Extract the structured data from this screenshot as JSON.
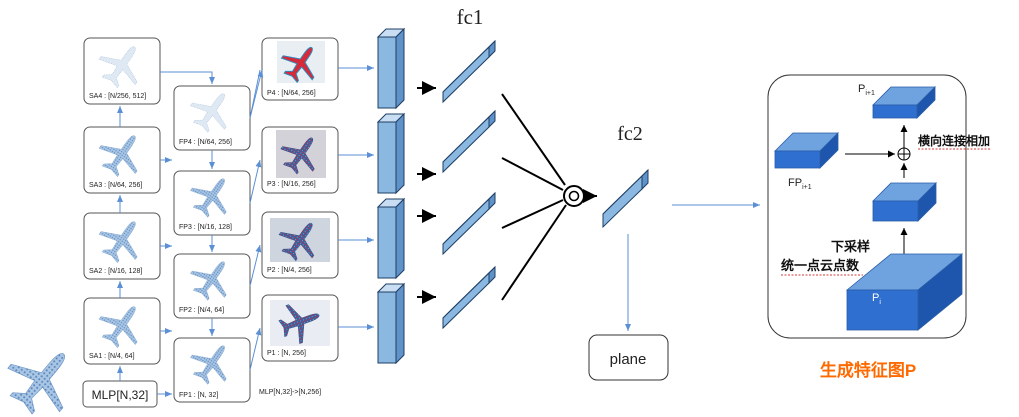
{
  "left_network": {
    "mlp_input": "MLP[N,32]",
    "sa_labels": [
      "SA1 : [N/4, 64]",
      "SA2 : [N/16, 128]",
      "SA3 : [N/64, 256]",
      "SA4 : [N/256, 512]"
    ],
    "fp_labels": [
      "FP1 : [N, 32]",
      "FP2 : [N/4, 64]",
      "FP3 : [N/16, 128]",
      "FP4 : [N/64, 256]"
    ],
    "p_labels": [
      "P1 : [N, 256]",
      "P2 : [N/4, 256]",
      "P3 : [N/16, 256]",
      "P4 : [N/64, 256]"
    ],
    "mlp_transform": "MLP[N,32]->[N,256]"
  },
  "head": {
    "fc1_label": "fc1",
    "fc2_label": "fc2",
    "output_label": "plane"
  },
  "feature_panel": {
    "p_next_label": "P",
    "p_next_sub": "i+1",
    "fp_next_label": "FP",
    "fp_next_sub": "i+1",
    "p_i_label": "P",
    "p_i_sub": "i",
    "lateral_label": "横向连接相加",
    "downsample_label": "下采样",
    "unify_label": "统一点云点数",
    "plus_symbol": "⊕",
    "title": "生成特征图P",
    "title_color": "#ff6a00"
  },
  "colors": {
    "line_blue": "#5b8fd6",
    "block_blue": "#2f6fd0",
    "slab_blue": "#8ab8e0"
  }
}
